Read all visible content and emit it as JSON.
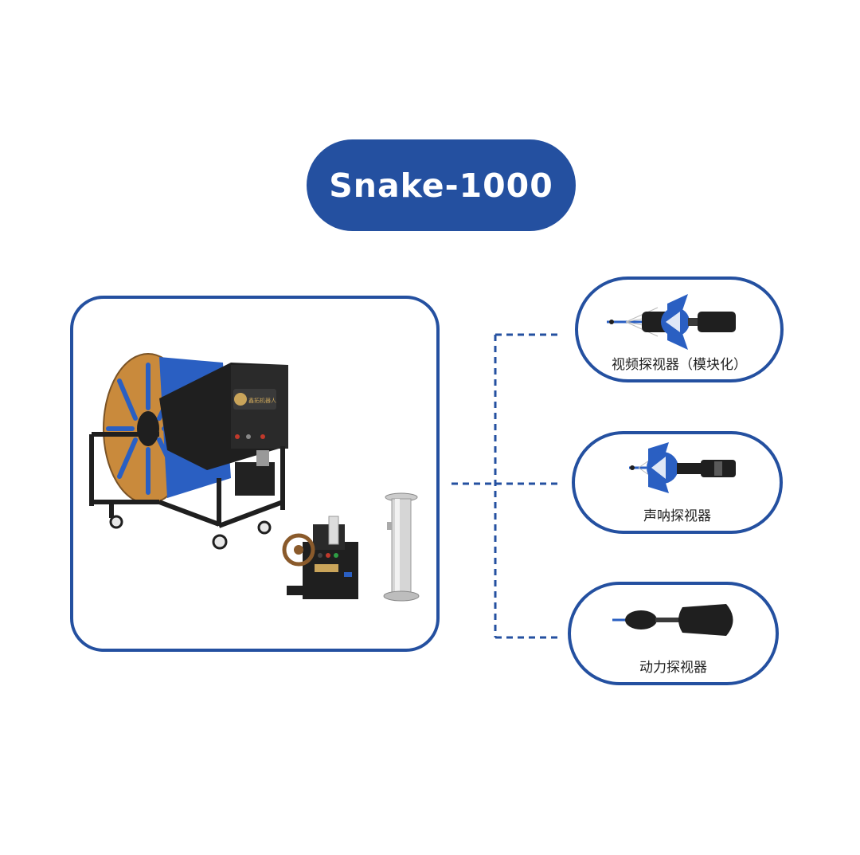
{
  "title": "Snake-1000",
  "colors": {
    "brand_blue": "#2450a0",
    "reel_orange": "#c98a3c",
    "frame_black": "#1f1f1f"
  },
  "main_unit": {
    "components": [
      "cable-reel-cart",
      "feeder-control-unit",
      "steel-launch-tube"
    ],
    "reel_logo_text": "鑫拓机器人"
  },
  "probes": [
    {
      "id": "video",
      "label": "视频探视器（模块化）",
      "icon": "video-probe-icon"
    },
    {
      "id": "sonar",
      "label": "声呐探视器",
      "icon": "sonar-probe-icon"
    },
    {
      "id": "power",
      "label": "动力探视器",
      "icon": "power-probe-icon"
    }
  ]
}
